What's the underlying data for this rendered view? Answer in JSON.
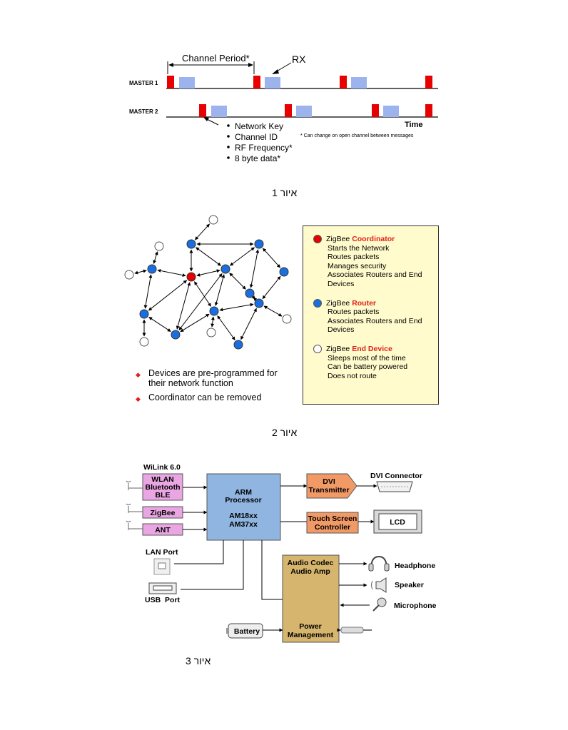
{
  "figure1": {
    "channel_period_label": "Channel Period*",
    "rx_label": "RX",
    "master1_label": "MASTER 1",
    "master2_label": "MASTER 2",
    "time_label": "Time",
    "bullets": [
      "Network Key",
      "Channel ID",
      "RF Frequency*",
      "8 byte data*"
    ],
    "footnote": "* Can change on open channel between messages",
    "caption": "איור 1",
    "colors": {
      "tx": "#e60000",
      "rx": "#9db3ee"
    }
  },
  "figure2": {
    "legend": {
      "coordinator": {
        "prefix": "ZigBee ",
        "type": "Coordinator",
        "lines": [
          "Starts the Network",
          "Routes packets",
          "Manages security",
          "Associates Routers and End Devices"
        ],
        "color": "#e60000"
      },
      "router": {
        "prefix": "ZigBee ",
        "type": "Router",
        "lines": [
          "Routes packets",
          "Associates Routers and End Devices"
        ],
        "color": "#1a6fe0"
      },
      "end_device": {
        "prefix": "ZigBee ",
        "type": "End Device",
        "lines": [
          "Sleeps most of the time",
          "Can be battery powered",
          "Does not route"
        ],
        "color": "#ffffff"
      }
    },
    "bullets": [
      "Devices are pre-programmed for their network function",
      "Coordinator can be removed"
    ],
    "caption": "איור 2",
    "legend_bg": "#fffbcc"
  },
  "figure3": {
    "wilink_label": "WiLink 6.0",
    "wlan_block": [
      "WLAN",
      "Bluetooth",
      "BLE"
    ],
    "zigbee_block": "ZigBee",
    "ant_block": "ANT",
    "arm_block": [
      "ARM",
      "Processor",
      "",
      "AM18xx",
      "AM37xx"
    ],
    "dvi_tx": [
      "DVI",
      "Transmitter"
    ],
    "dvi_connector": "DVI Connector",
    "touch_block": [
      "Touch Screen",
      "Controller"
    ],
    "lcd": "LCD",
    "lan_port": "LAN Port",
    "usb_port": "USB  Port",
    "audio_block": [
      "Audio Codec",
      "Audio Amp"
    ],
    "power_block": [
      "Power",
      "Management"
    ],
    "headphone": "Headphone",
    "speaker": "Speaker",
    "microphone": "Microphone",
    "battery": "Battery",
    "caption": "איור 3",
    "colors": {
      "radio": "#e9a6e3",
      "arm": "#8fb5e0",
      "orange": "#f29a66",
      "audio": "#d6b56e"
    }
  }
}
